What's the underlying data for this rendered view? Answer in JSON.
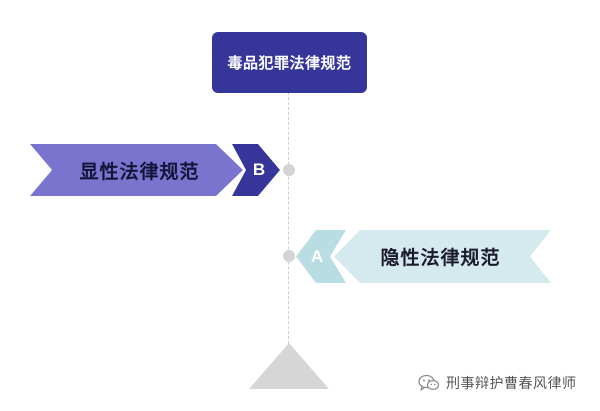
{
  "diagram": {
    "title": "毒品犯罪法律规范",
    "items": [
      {
        "badge": "B",
        "label": "显性法律规范"
      },
      {
        "badge": "A",
        "label": "隐性法律规范"
      }
    ]
  },
  "colors": {
    "title_bg": "#35359a",
    "explicit_bg": "#7b74cf",
    "badge_b_bg": "#35359a",
    "badge_a_bg": "#b8dde3",
    "implicit_bg": "#d4eaee",
    "timeline": "#cfcfcf",
    "base": "#d6d6d6"
  },
  "watermark": {
    "icon": "wechat-icon",
    "text": "刑事辩护曹春风律师"
  }
}
